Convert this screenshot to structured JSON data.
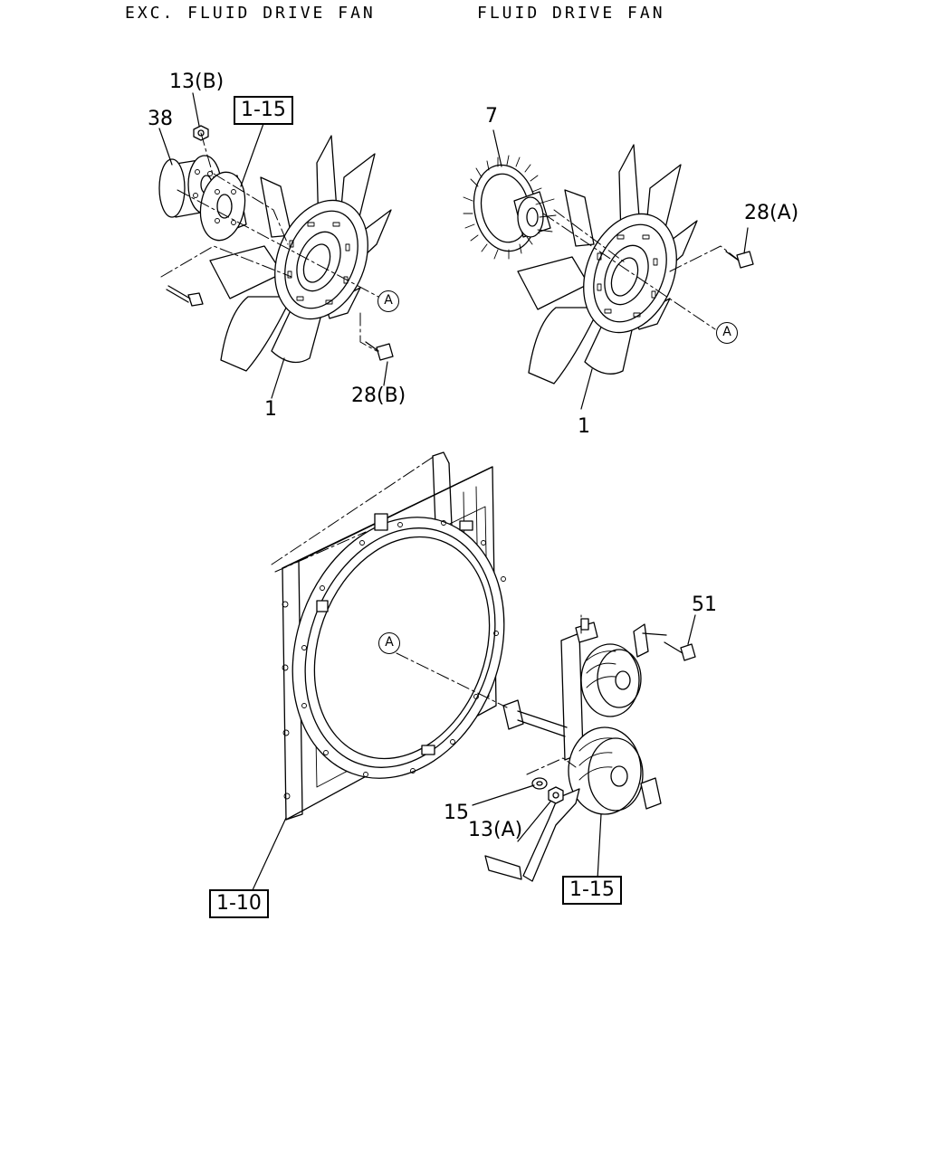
{
  "headings": {
    "left": "EXC. FLUID DRIVE FAN",
    "right": "FLUID DRIVE FAN"
  },
  "callouts": {
    "nut_13b": "13(B)",
    "spacer_38": "38",
    "ref_1_15_top": "1-15",
    "bolt_28b": "28(B)",
    "fan_1_left": "1",
    "clutch_7": "7",
    "bolt_28a": "28(A)",
    "fan_1_right": "1",
    "bolt_51": "51",
    "washer_15": "15",
    "nut_13a": "13(A)",
    "ref_1_10": "1-10",
    "ref_1_15_bottom": "1-15"
  },
  "ref_marks": {
    "a_left": "A",
    "a_right": "A",
    "a_shroud": "A"
  }
}
